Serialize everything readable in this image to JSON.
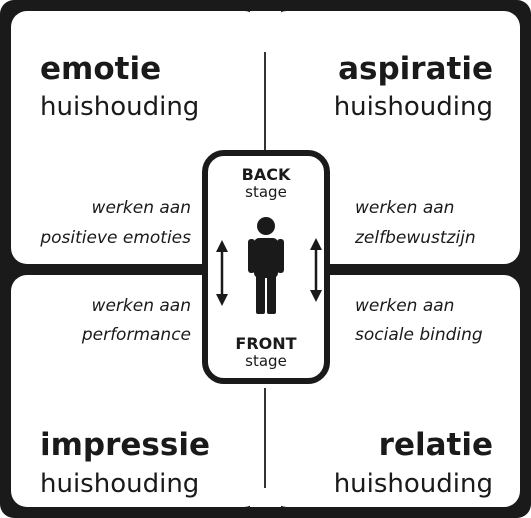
{
  "quadrants": {
    "top_left": {
      "title": "emotie",
      "subtitle": "huishouding",
      "note_line1": "werken aan",
      "note_line2": "positieve emoties"
    },
    "top_right": {
      "title": "aspiratie",
      "subtitle": "huishouding",
      "note_line1": "werken aan",
      "note_line2": "zelfbewustzijn"
    },
    "bottom_left": {
      "title": "impressie",
      "subtitle": "huishouding",
      "note_line1": "werken aan",
      "note_line2": "performance"
    },
    "bottom_right": {
      "title": "relatie",
      "subtitle": "huishouding",
      "note_line1": "werken aan",
      "note_line2": "sociale binding"
    }
  },
  "center": {
    "back_label": "BACK",
    "back_sub": "stage",
    "front_label": "FRONT",
    "front_sub": "stage",
    "icons": [
      "person-icon",
      "up-down-arrow-icon",
      "up-down-arrow-icon"
    ]
  },
  "colors": {
    "ink": "#1a1a1a",
    "background": "#ffffff"
  }
}
